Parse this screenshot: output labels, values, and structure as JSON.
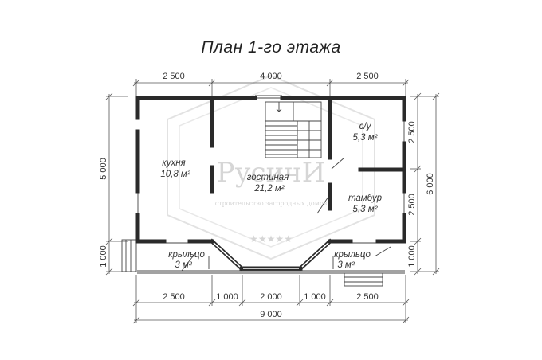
{
  "title": "План 1-го этажа",
  "watermark": {
    "brand": "РусичИ",
    "tagline": "строительство загородных домов",
    "stars": "★★★★★"
  },
  "dimensions": {
    "top": [
      "2 500",
      "4 000",
      "2 500"
    ],
    "bottom_row1": [
      "2 500",
      "1 000",
      "2 000",
      "1 000",
      "2 500"
    ],
    "bottom_total": "9 000",
    "left": [
      "5 000",
      "1 000"
    ],
    "right_inner": [
      "2 500",
      "2 500",
      "1 000"
    ],
    "right_outer": "6 000"
  },
  "rooms": {
    "kitchen": {
      "name": "кухня",
      "area": "10,8 м²"
    },
    "living": {
      "name": "гостиная",
      "area": "21,2 м²"
    },
    "bathroom": {
      "name": "с/у",
      "area": "5,3 м²"
    },
    "vestibule": {
      "name": "тамбур",
      "area": "5,3 м²"
    },
    "porch_left": {
      "name": "крыльцо",
      "area": "3 м²"
    },
    "porch_right": {
      "name": "крыльцо",
      "area": "3 м²"
    }
  },
  "colors": {
    "wall": "#2a2a2a",
    "line": "#555555",
    "watermark": "#d6d6d6"
  }
}
